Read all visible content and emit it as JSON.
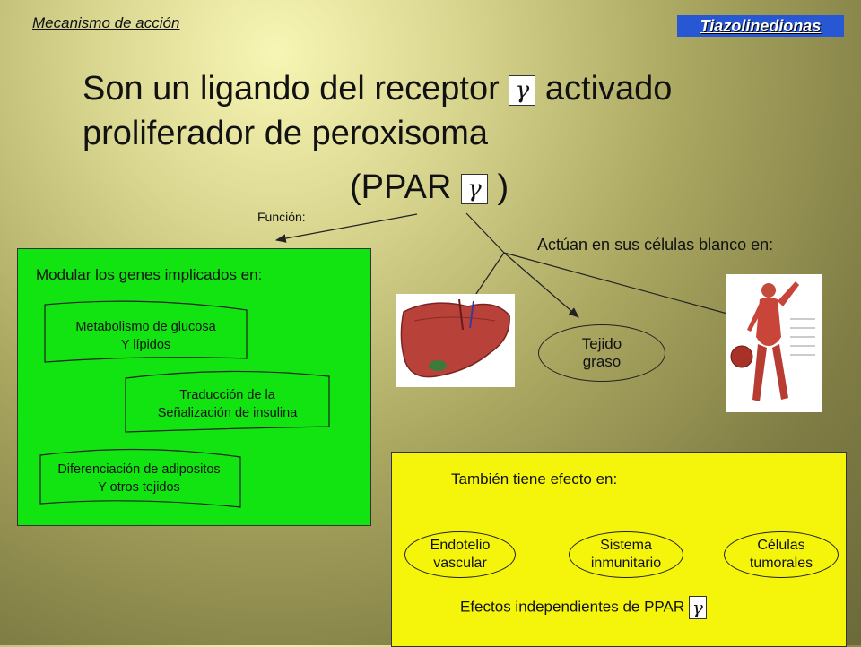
{
  "header": {
    "left": "Mecanismo de acción",
    "right": "Tiazolinedionas"
  },
  "title": {
    "line1_a": "Son un ligando del receptor",
    "line1_b": "activado",
    "line2": "proliferador de peroxisoma",
    "line3_a": "(PPAR",
    "line3_b": ")",
    "gamma": "γ"
  },
  "funcion_label": "Función:",
  "actuan_label": "Actúan en sus células blanco en:",
  "green": {
    "heading": "Modular los genes implicados en:",
    "items": [
      {
        "line1": "Metabolismo de glucosa",
        "line2": "Y lípidos"
      },
      {
        "line1": "Traducción de la",
        "line2": "Señalización de insulina"
      },
      {
        "line1": "Diferenciación de adipositos",
        "line2": "Y otros tejidos"
      }
    ]
  },
  "tejido": {
    "line1": "Tejido",
    "line2": "graso"
  },
  "yellow": {
    "heading": "También tiene efecto en:",
    "items": [
      {
        "line1": "Endotelio",
        "line2": "vascular"
      },
      {
        "line1": "Sistema",
        "line2": "inmunitario"
      },
      {
        "line1": "Células",
        "line2": "tumorales"
      }
    ],
    "footer": "Efectos independientes de PPAR"
  },
  "colors": {
    "green_box": "#11e411",
    "yellow_box": "#f5f50c",
    "header_badge": "#2757d2"
  },
  "icons": {
    "liver": "liver-illustration",
    "muscle": "muscle-figure-illustration"
  }
}
